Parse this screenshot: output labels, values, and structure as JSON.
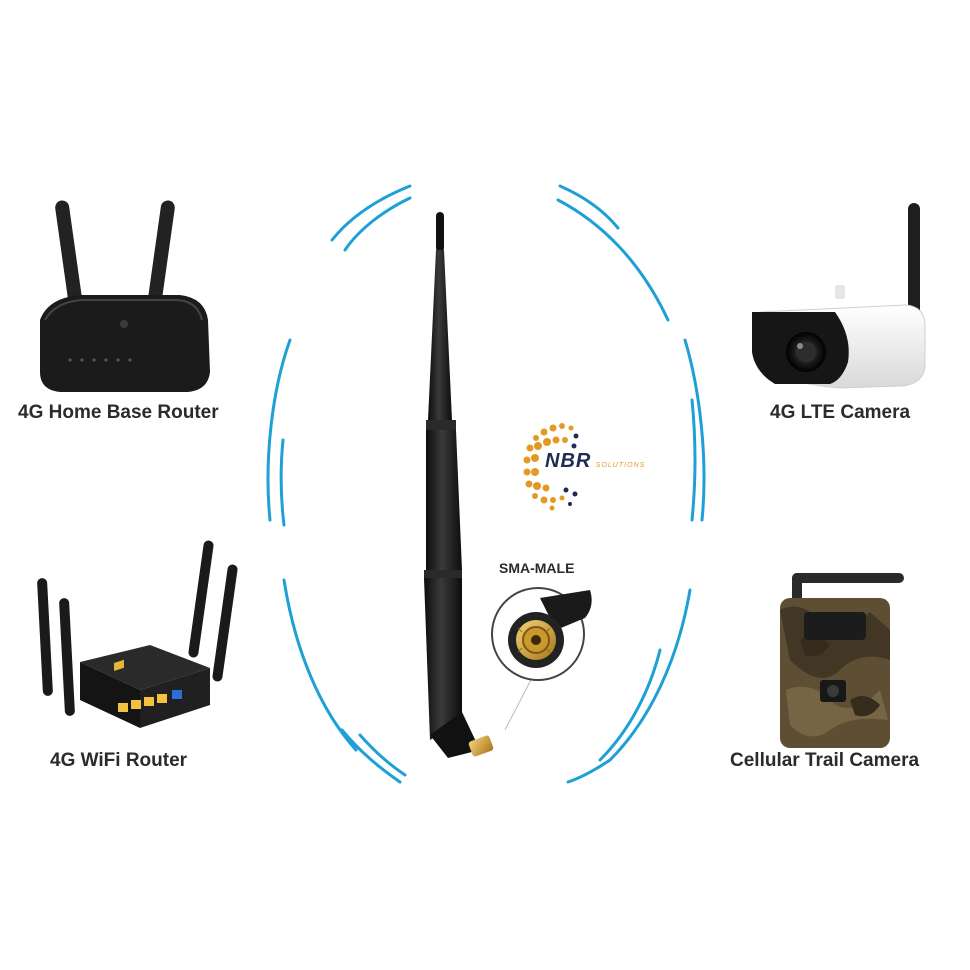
{
  "devices": {
    "home_router": {
      "label": "4G Home Base Router",
      "icon": "home-router-icon"
    },
    "lte_camera": {
      "label": "4G LTE Camera",
      "icon": "security-camera-icon"
    },
    "wifi_router": {
      "label": "4G WiFi Router",
      "icon": "wifi-router-icon"
    },
    "trail_camera": {
      "label": "Cellular Trail Camera",
      "icon": "trail-camera-icon"
    }
  },
  "antenna": {
    "icon": "antenna-icon"
  },
  "connector": {
    "label": "SMA-MALE",
    "icon": "sma-connector-icon"
  },
  "logo": {
    "text_primary": "NBR",
    "text_secondary": "SOLUTIONS",
    "icon": "nbr-logo-icon"
  },
  "colors": {
    "signal_arc": "#1ea0d6",
    "logo_orange": "#e39a23",
    "logo_navy": "#1f2a55",
    "device_black": "#1b1b1b"
  }
}
